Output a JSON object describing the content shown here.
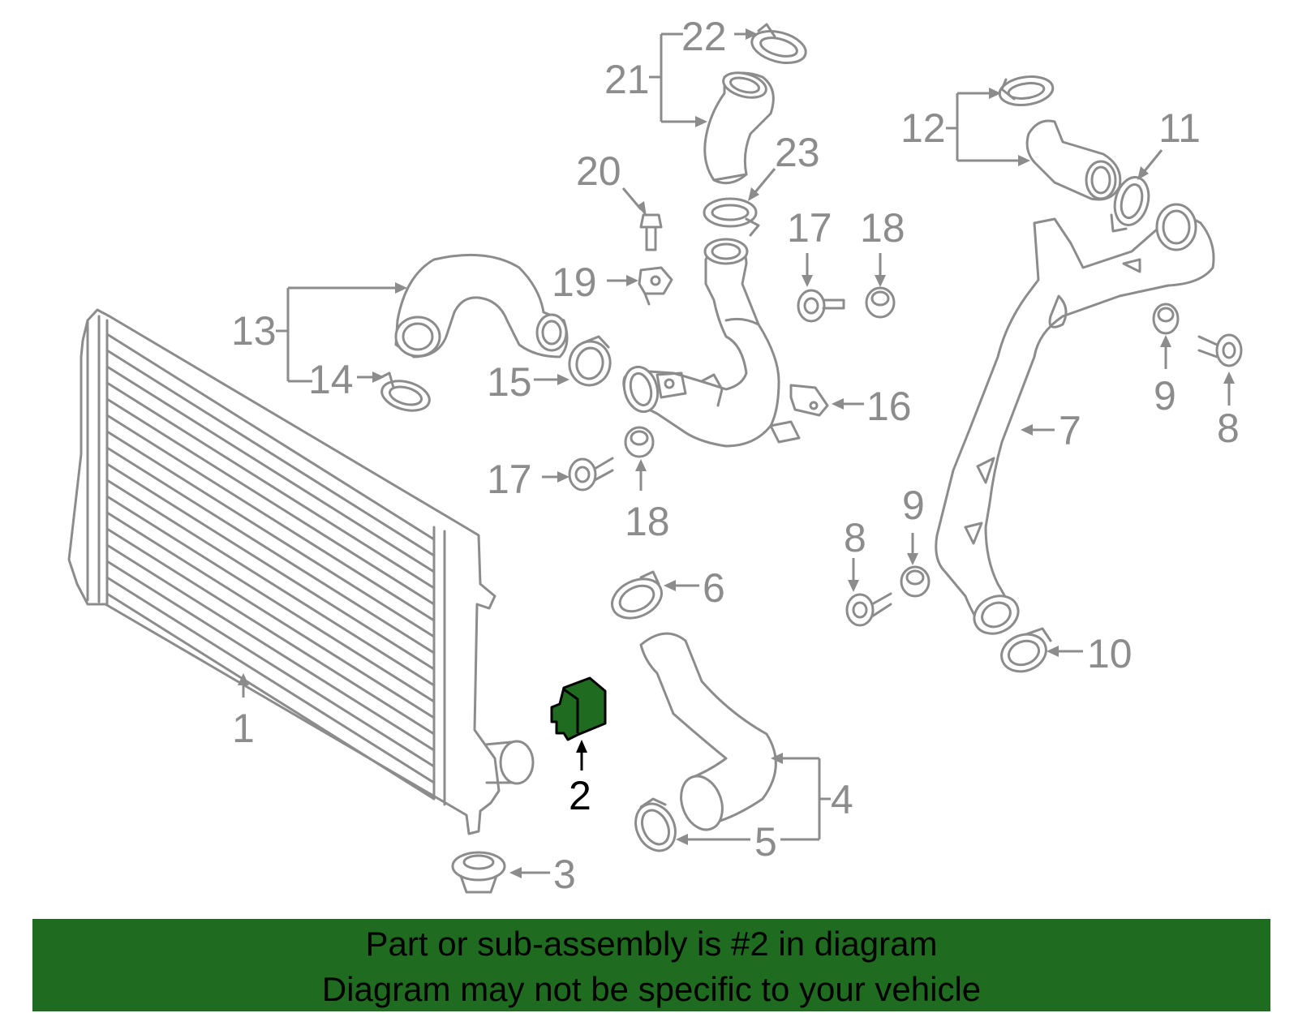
{
  "diagram": {
    "callouts": {
      "c1": "1",
      "c2": "2",
      "c3": "3",
      "c4": "4",
      "c5": "5",
      "c6": "6",
      "c7": "7",
      "c8a": "8",
      "c8b": "8",
      "c9a": "9",
      "c9b": "9",
      "c10": "10",
      "c11": "11",
      "c12": "12",
      "c13": "13",
      "c14": "14",
      "c15": "15",
      "c16": "16",
      "c17a": "17",
      "c17b": "17",
      "c18a": "18",
      "c18b": "18",
      "c19": "19",
      "c20": "20",
      "c21": "21",
      "c22": "22",
      "c23": "23"
    },
    "highlighted_part": "2",
    "highlight_color": "#1f6b1f",
    "line_color": "#8c8c8c"
  },
  "banner": {
    "line1": "Part or sub-assembly is #2 in diagram",
    "line2": "Diagram may not be specific to your vehicle",
    "background": "#1f6b1f"
  }
}
